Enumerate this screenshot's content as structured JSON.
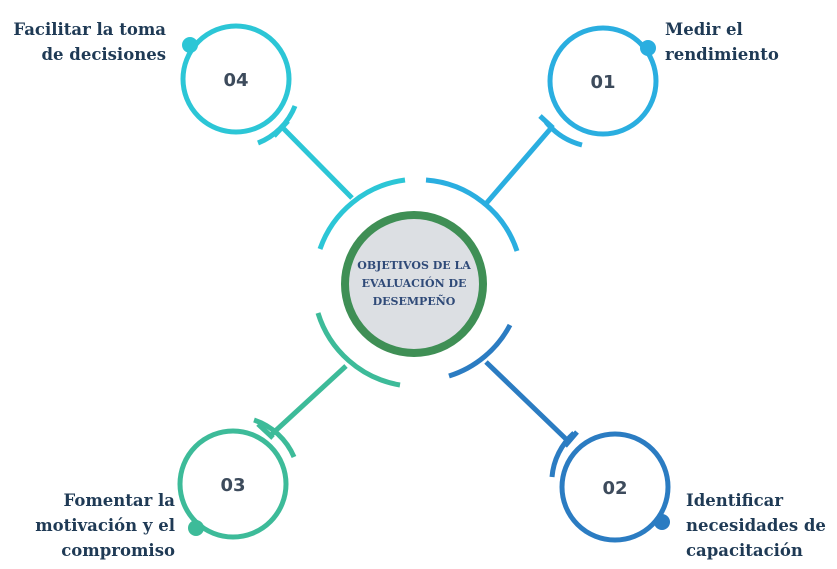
{
  "center": {
    "lines": [
      "OBJETIVOS DE LA",
      "EVALUACIÓN DE",
      "DESEMPEÑO"
    ],
    "border_color": "#3f8f55",
    "fill_color": "#dcdfe3"
  },
  "nodes": [
    {
      "number": "01",
      "label": "Medir el\nrendimiento",
      "color": "#2aaee0"
    },
    {
      "number": "02",
      "label": "Identificar\nnecesidades de\ncapacitación",
      "color": "#2b7cc2"
    },
    {
      "number": "03",
      "label": "Fomentar la\nmotivación y el\ncompromiso",
      "color": "#3dbb99"
    },
    {
      "number": "04",
      "label": "Facilitar la toma\nde decisiones",
      "color": "#2cc6d6"
    }
  ]
}
